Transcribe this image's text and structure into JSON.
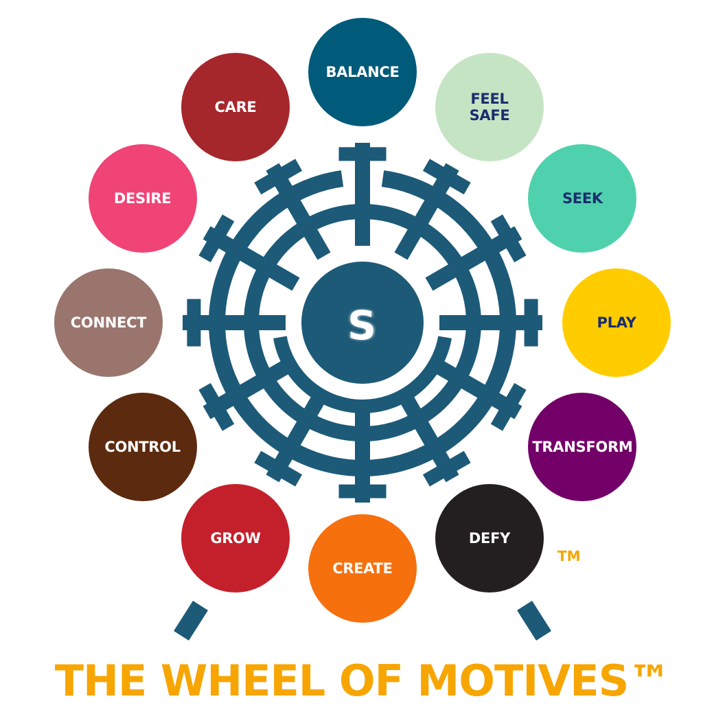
{
  "center": {
    "letter": "S"
  },
  "colors": {
    "wheel": "#1c5a78",
    "accent": "#f7a500"
  },
  "motives": [
    {
      "label": "BALANCE",
      "bg": "#005a7a",
      "fg": "#ffffff"
    },
    {
      "label": "FEEL\nSAFE",
      "bg": "#c5e4c3",
      "fg": "#1a2d6e"
    },
    {
      "label": "SEEK",
      "bg": "#4fd1ad",
      "fg": "#1a2d6e"
    },
    {
      "label": "PLAY",
      "bg": "#ffcc00",
      "fg": "#1a2d6e"
    },
    {
      "label": "TRANSFORM",
      "bg": "#730068",
      "fg": "#ffffff"
    },
    {
      "label": "DEFY",
      "bg": "#231f20",
      "fg": "#ffffff"
    },
    {
      "label": "CREATE",
      "bg": "#f6700e",
      "fg": "#ffffff"
    },
    {
      "label": "GROW",
      "bg": "#c4202b",
      "fg": "#ffffff"
    },
    {
      "label": "CONTROL",
      "bg": "#5c2a0e",
      "fg": "#ffffff"
    },
    {
      "label": "CONNECT",
      "bg": "#9a756d",
      "fg": "#ffffff"
    },
    {
      "label": "DESIRE",
      "bg": "#f04376",
      "fg": "#ffffff"
    },
    {
      "label": "CARE",
      "bg": "#a5262b",
      "fg": "#ffffff"
    }
  ],
  "trademark": "TM",
  "footer": {
    "title": "THE WHEEL OF MOTIVES™"
  }
}
